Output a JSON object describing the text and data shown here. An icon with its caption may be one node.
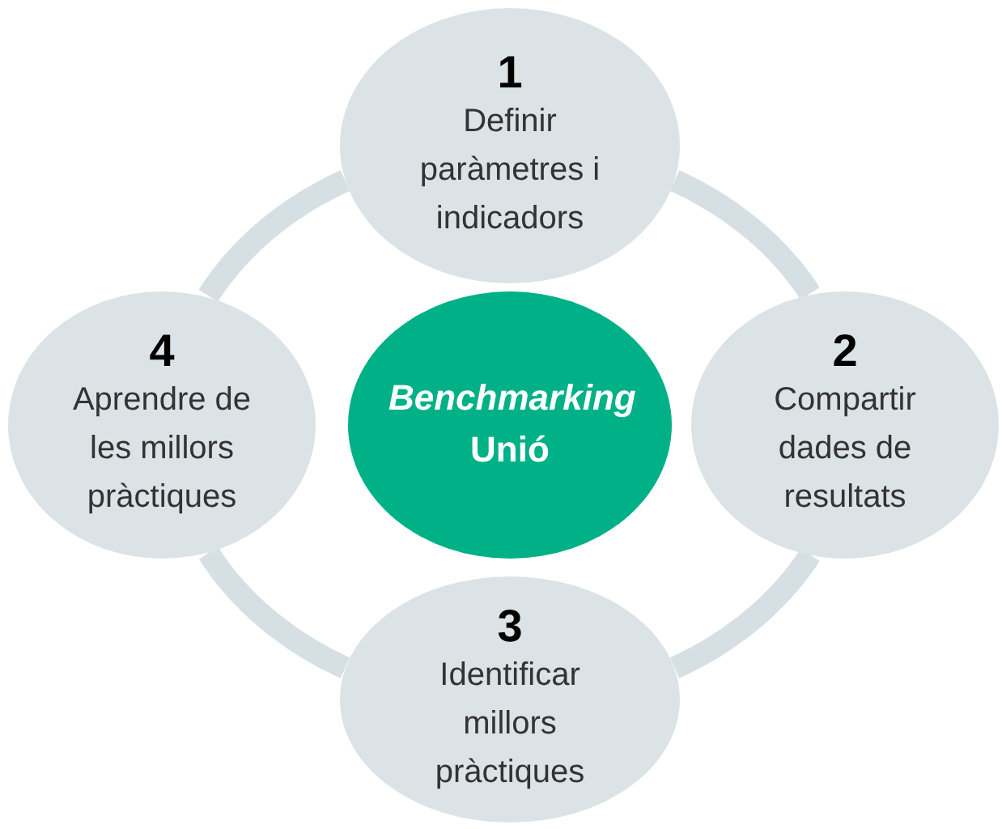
{
  "diagram": {
    "nodes": [
      {
        "text": [
          "*Benchmarking* Unió"
        ]
      },
      {
        "text": [
          "1",
          "Definir paràmetres i indicadors"
        ]
      },
      {
        "text": [
          "2",
          "Compartir dades de resultats"
        ]
      },
      {
        "text": [
          "3",
          "Identificar millors pràctiques"
        ]
      },
      {
        "text": [
          "4",
          "Aprendre de les millors pràctiques"
        ]
      }
    ],
    "edges": [
      {
        "from": 1,
        "to": 2,
        "arrow": "none"
      },
      {
        "from": 2,
        "to": 3,
        "arrow": "none"
      },
      {
        "from": 3,
        "to": 4,
        "arrow": "none"
      },
      {
        "from": 4,
        "to": 1,
        "arrow": "none"
      }
    ]
  }
}
